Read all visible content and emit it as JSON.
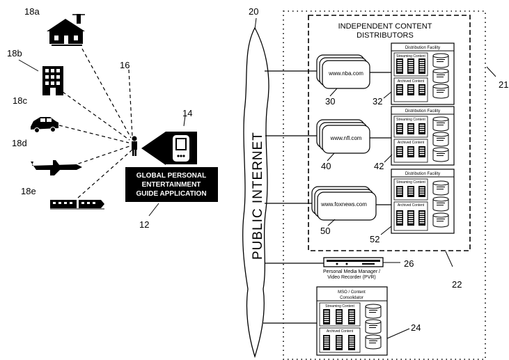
{
  "refs": {
    "house": "18a",
    "building": "18b",
    "car": "18c",
    "plane": "18d",
    "train": "18e",
    "links": "16",
    "device": "14",
    "app": "12",
    "internet_ref": "20",
    "outer_box": "21",
    "inner_box": "22",
    "pvr": "26",
    "mso": "24",
    "nba_site": "30",
    "nba_facility": "32",
    "nfl_site": "40",
    "nfl_facility": "42",
    "fox_site": "50",
    "fox_facility": "52"
  },
  "app_label": [
    "GLOBAL PERSONAL",
    "ENTERTAINMENT",
    "GUIDE APPLICATION"
  ],
  "internet_label": "PUBLIC INTERNET",
  "distributors_title": [
    "INDEPENDENT CONTENT",
    "DISTRIBUTORS"
  ],
  "sites": [
    "www.nba.com",
    "www.nfl.com",
    "www.foxnews.com"
  ],
  "facility": {
    "title": "Distribution Facility",
    "streaming": "Streaming Content",
    "archived": "Archived Content"
  },
  "pvr_label": [
    "Personal Media Manager /",
    "Video Recorder (PVR)"
  ],
  "mso": {
    "title": [
      "MSO / Content",
      "Consolidator"
    ],
    "streaming": "Streaming Content",
    "archived": "Archived Content"
  }
}
